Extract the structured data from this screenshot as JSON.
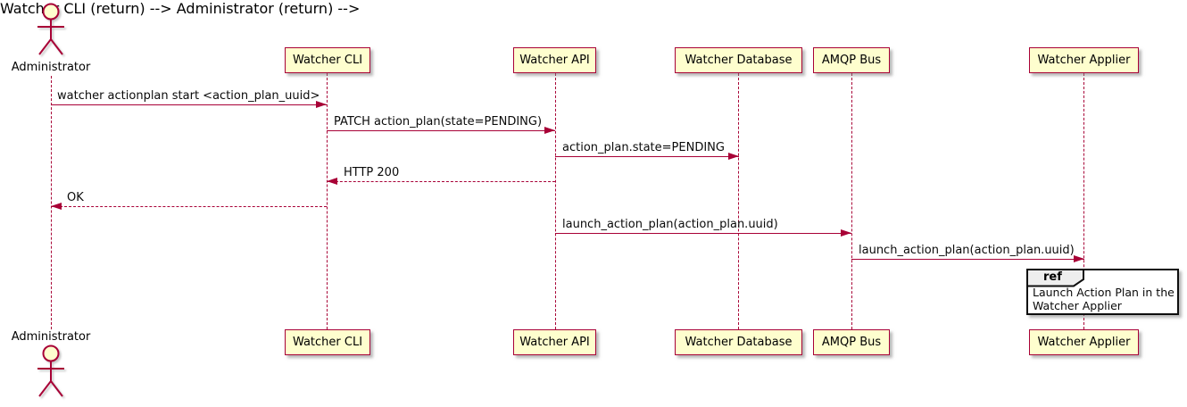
{
  "diagram": {
    "type": "plantuml-sequence",
    "colors": {
      "accent": "#A80036",
      "participant_fill": "#FEFECE",
      "ref_tab_fill": "#EEEEEE",
      "ref_border": "#0E0E0E",
      "background": "#FFFFFF"
    },
    "actor": {
      "name": "Administrator"
    },
    "participants": [
      {
        "name": "Watcher CLI"
      },
      {
        "name": "Watcher API"
      },
      {
        "name": "Watcher Database"
      },
      {
        "name": "AMQP Bus"
      },
      {
        "name": "Watcher Applier"
      }
    ],
    "messages": [
      {
        "from": "Administrator",
        "to": "Watcher CLI",
        "style": "solid",
        "label": "watcher actionplan start <action_plan_uuid>"
      },
      {
        "from": "Watcher CLI",
        "to": "Watcher API",
        "style": "solid",
        "label": "PATCH action_plan(state=PENDING)"
      },
      {
        "from": "Watcher API",
        "to": "Watcher Database",
        "style": "solid",
        "label": "action_plan.state=PENDING"
      },
      {
        "from": "Watcher API",
        "to": "Watcher CLI",
        "style": "dashed",
        "label": "HTTP 200"
      },
      {
        "from": "Watcher CLI",
        "to": "Administrator",
        "style": "dashed",
        "label": "OK"
      },
      {
        "from": "Watcher API",
        "to": "AMQP Bus",
        "style": "solid",
        "label": "launch_action_plan(action_plan.uuid)"
      },
      {
        "from": "AMQP Bus",
        "to": "Watcher Applier",
        "style": "solid",
        "label": "launch_action_plan(action_plan.uuid)"
      }
    ],
    "ref": {
      "tag": "ref",
      "over": "Watcher Applier",
      "text": "Launch Action Plan in the\nWatcher Applier"
    }
  }
}
